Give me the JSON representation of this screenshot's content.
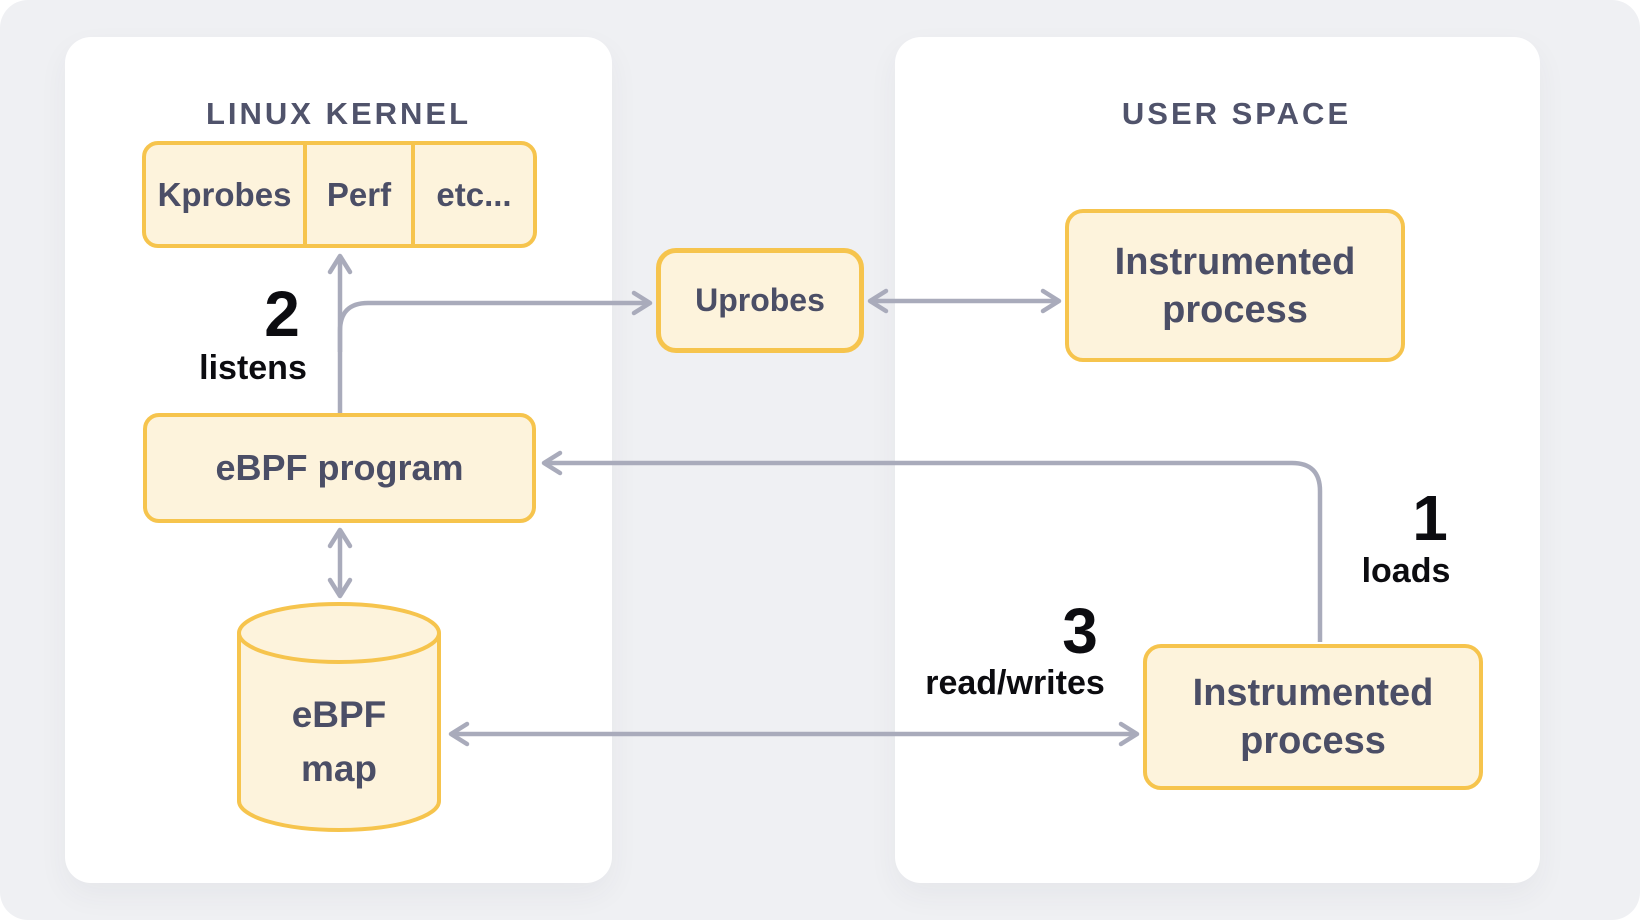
{
  "diagram": {
    "kernel_panel": {
      "title": "LINUX KERNEL"
    },
    "user_panel": {
      "title": "USER SPACE"
    },
    "nodes": {
      "probe_cells": [
        {
          "label": "Kprobes"
        },
        {
          "label": "Perf"
        },
        {
          "label": "etc..."
        }
      ],
      "uprobes": {
        "label": "Uprobes"
      },
      "ebpf_program": {
        "label": "eBPF program"
      },
      "ebpf_map": {
        "label": "eBPF map"
      },
      "instrumented_process_top": {
        "label": "Instrumented process"
      },
      "instrumented_process_bottom": {
        "label": "Instrumented process"
      }
    },
    "steps": {
      "loads": {
        "number": "1",
        "label": "loads"
      },
      "listens": {
        "number": "2",
        "label": "listens"
      },
      "read_writes": {
        "number": "3",
        "label": "read/writes"
      }
    },
    "colors": {
      "canvas_bg": "#eff0f3",
      "panel_bg": "#ffffff",
      "node_fill": "#fdf3dc",
      "node_border": "#f6c44d",
      "node_text": "#4b4e66",
      "title_text": "#50536b",
      "arrow": "#a9abbb",
      "step_text": "#0c0c10"
    }
  }
}
